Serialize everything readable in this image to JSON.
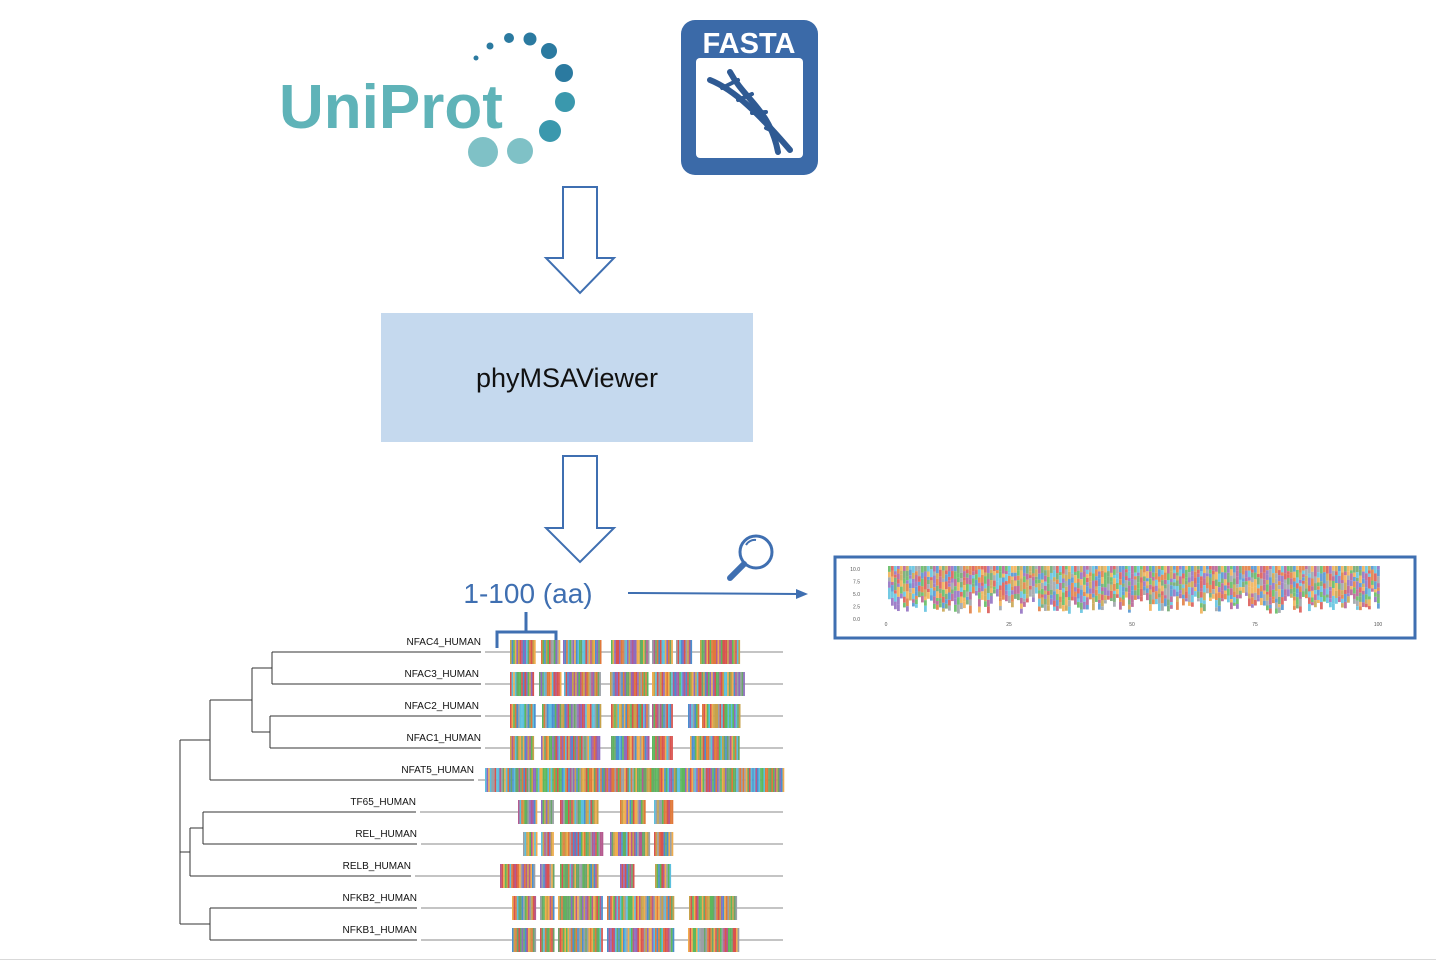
{
  "logos": {
    "uniprot": "UniProt",
    "fasta": "FASTA"
  },
  "process_box": {
    "label": "phyMSAViewer",
    "fill_color": "#c5d9ee"
  },
  "range_label": "1-100 (aa)",
  "accent_color": "#3f6fb1",
  "icons": [
    "down-arrow-icon",
    "magnifier-icon",
    "right-arrow-icon",
    "bracket-icon",
    "dna-icon"
  ],
  "tree_labels": [
    "NFAC4_HUMAN",
    "NFAC3_HUMAN",
    "NFAC2_HUMAN",
    "NFAC1_HUMAN",
    "NFAT5_HUMAN",
    "TF65_HUMAN",
    "REL_HUMAN",
    "RELB_HUMAN",
    "NFKB2_HUMAN",
    "NFKB1_HUMAN"
  ],
  "logo_plot": {
    "y_ticks": [
      "10.0",
      "7.5",
      "5.0",
      "2.5",
      "0.0"
    ],
    "x_ticks": [
      "0",
      "25",
      "50",
      "75",
      "100"
    ]
  }
}
